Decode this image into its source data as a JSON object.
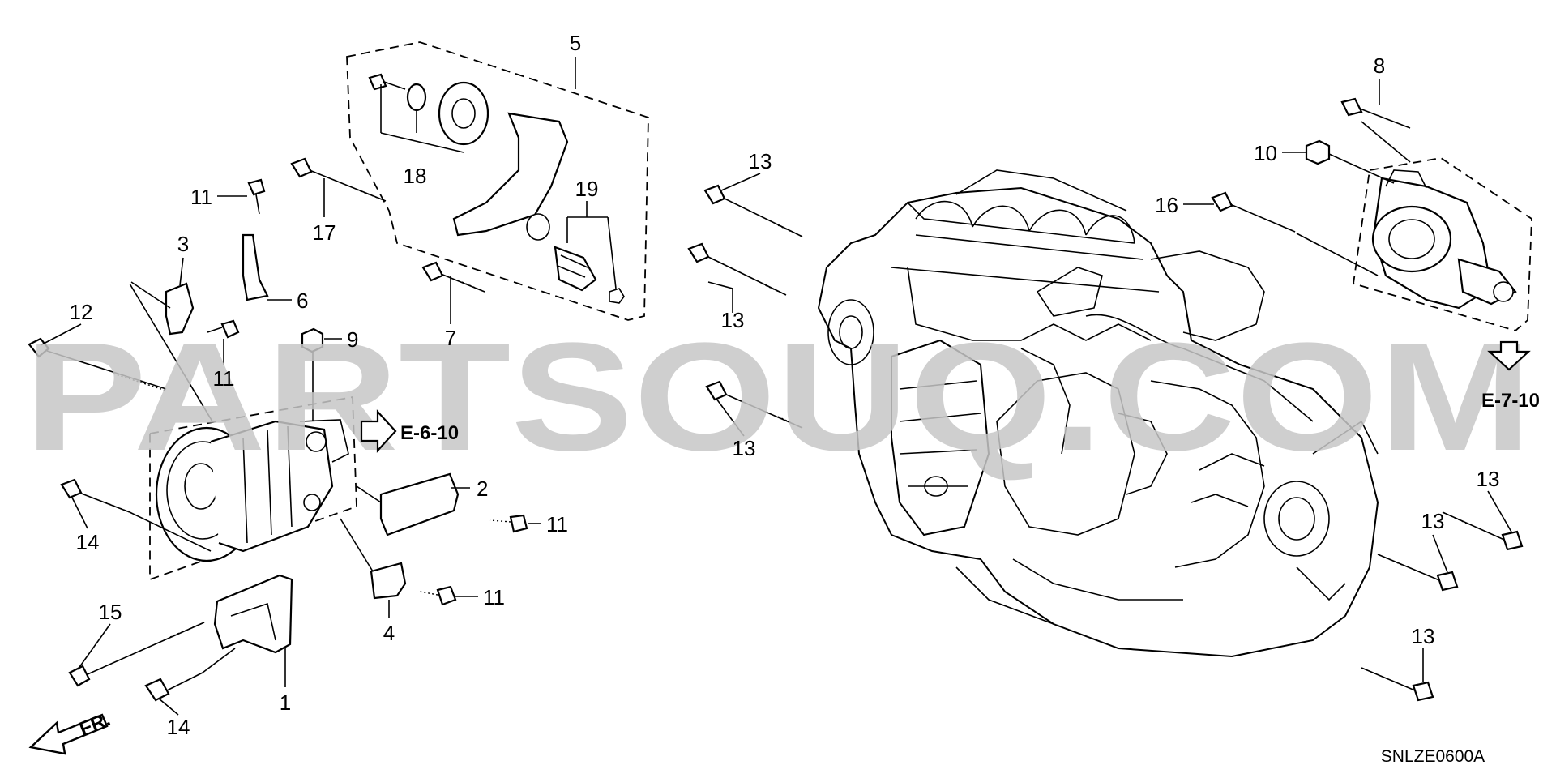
{
  "watermark": "PARTSOUQ.COM",
  "diagram_code": "SNLZE0600A",
  "direction_label": "FR.",
  "references": {
    "alternator_ref": "E-6-10",
    "starter_ref": "E-7-10"
  },
  "callouts": {
    "p1": "1",
    "p2": "2",
    "p3": "3",
    "p4": "4",
    "p5": "5",
    "p6": "6",
    "p7": "7",
    "p8": "8",
    "p9": "9",
    "p10": "10",
    "p11a": "11",
    "p11b": "11",
    "p11c": "11",
    "p11d": "11",
    "p12": "12",
    "p13a": "13",
    "p13b": "13",
    "p13c": "13",
    "p13d": "13",
    "p13e": "13",
    "p13f": "13",
    "p14a": "14",
    "p14b": "14",
    "p15": "15",
    "p16": "16",
    "p17": "17",
    "p18": "18",
    "p19": "19"
  }
}
